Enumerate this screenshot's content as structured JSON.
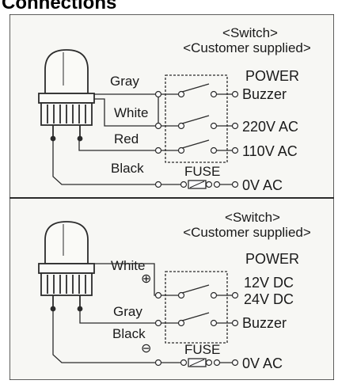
{
  "heading": "Connections",
  "diagram_top": {
    "switch_title": "<Switch>",
    "switch_subtitle": "<Customer supplied>",
    "wires": [
      "Gray",
      "White",
      "Red",
      "Black"
    ],
    "fuse_label": "FUSE",
    "terminals": [
      "POWER",
      "Buzzer",
      "220V AC",
      "110V AC",
      "0V AC"
    ]
  },
  "diagram_bottom": {
    "switch_title": "<Switch>",
    "switch_subtitle": "<Customer supplied>",
    "wires": [
      "White",
      "Gray",
      "Black"
    ],
    "plus_symbol": "⊕",
    "minus_symbol": "⊖",
    "fuse_label": "FUSE",
    "terminals": [
      "POWER",
      "12V DC",
      "24V DC",
      "Buzzer",
      "0V AC"
    ]
  },
  "colors": {
    "panel_bg": "#f7f7f4",
    "line": "#2b2b2b",
    "text": "#1a1a1a"
  }
}
